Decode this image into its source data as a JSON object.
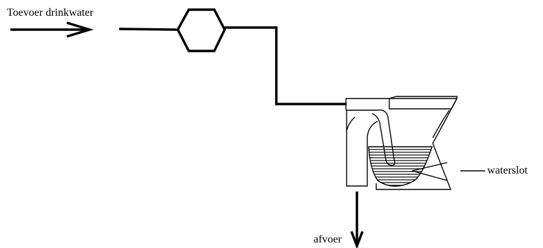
{
  "labels": {
    "supply": "Toevoer drinkwater",
    "trap": "waterslot",
    "drain": "afvoer"
  },
  "colors": {
    "line": "#000000",
    "background": "#ffffff"
  }
}
